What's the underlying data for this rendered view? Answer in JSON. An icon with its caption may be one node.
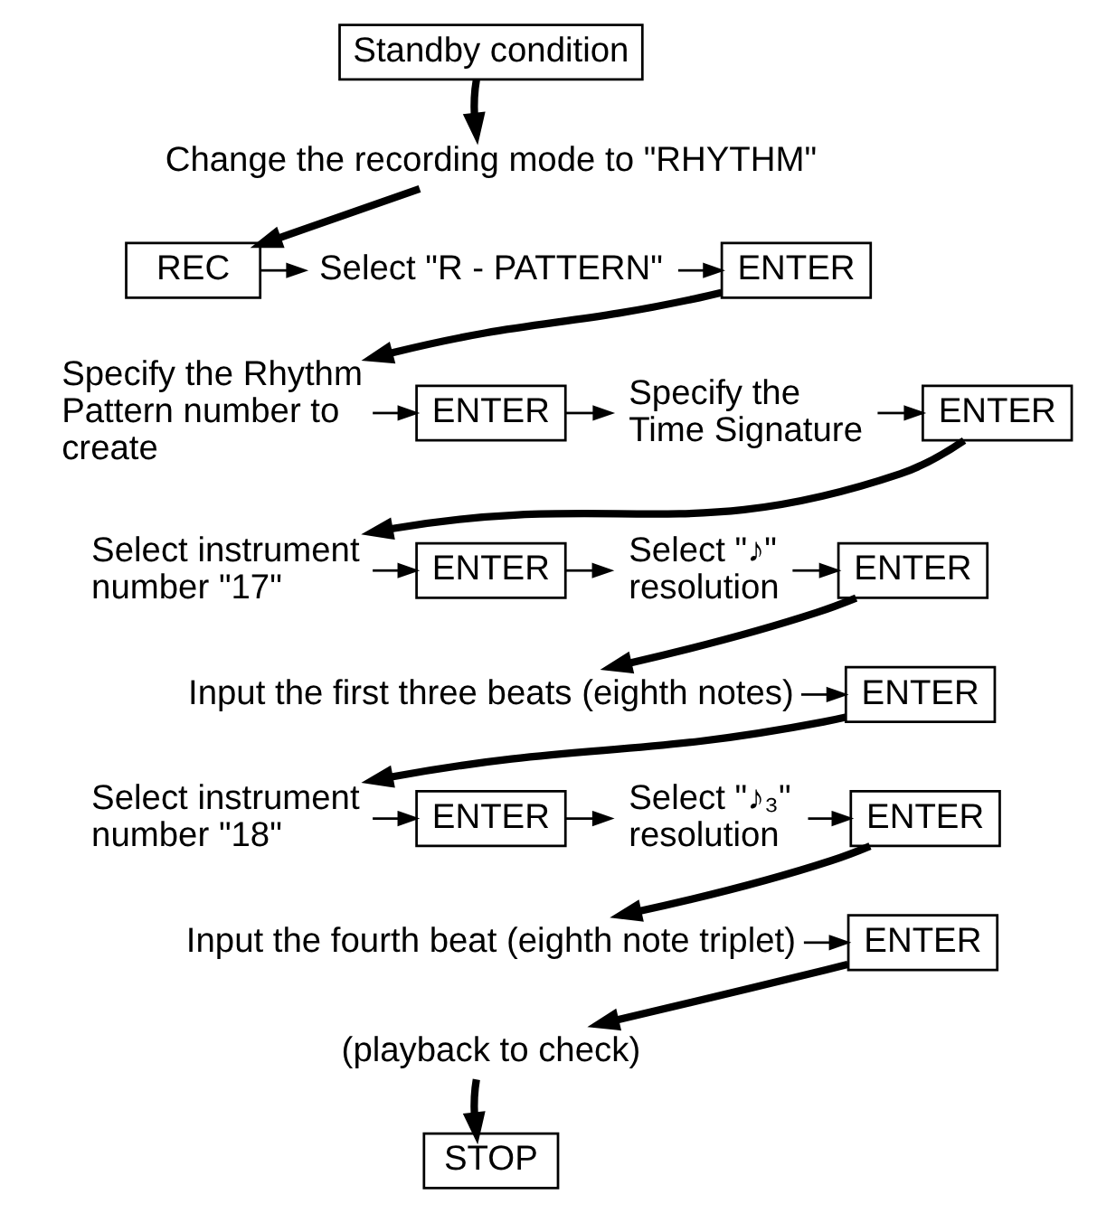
{
  "diagram": {
    "nodes": [
      {
        "text": [
          "Standby condition"
        ]
      },
      {
        "text": [
          "Change the recording mode to \"RHYTHM\""
        ]
      },
      {
        "text": [
          "REC"
        ]
      },
      {
        "text": [
          "Select \"R - PATTERN\""
        ]
      },
      {
        "text": [
          "ENTER"
        ]
      },
      {
        "text": [
          "Specify the Rhythm Pattern number to create"
        ]
      },
      {
        "text": [
          "ENTER"
        ]
      },
      {
        "text": [
          "Specify the Time Signature"
        ]
      },
      {
        "text": [
          "ENTER"
        ]
      },
      {
        "text": [
          "Select instrument number \"17\""
        ]
      },
      {
        "text": [
          "ENTER"
        ]
      },
      {
        "text": [
          "Select \"♪\" resolution"
        ]
      },
      {
        "text": [
          "ENTER"
        ]
      },
      {
        "text": [
          "Input the first three beats (eighth notes)"
        ]
      },
      {
        "text": [
          "ENTER"
        ]
      },
      {
        "text": [
          "Select instrument number \"18\""
        ]
      },
      {
        "text": [
          "ENTER"
        ]
      },
      {
        "text": [
          "Select \"♪₃\" resolution"
        ]
      },
      {
        "text": [
          "ENTER"
        ]
      },
      {
        "text": [
          "Input the fourth beat (eighth note triplet)"
        ]
      },
      {
        "text": [
          "ENTER"
        ]
      },
      {
        "text": [
          "(playback to check)"
        ]
      },
      {
        "text": [
          "STOP"
        ]
      }
    ],
    "edges": [
      {
        "from": 0,
        "to": 1,
        "arrow": "to",
        "style": "thick"
      },
      {
        "from": 1,
        "to": 2,
        "arrow": "to",
        "style": "thick"
      },
      {
        "from": 2,
        "to": 3,
        "arrow": "to"
      },
      {
        "from": 3,
        "to": 4,
        "arrow": "to"
      },
      {
        "from": 4,
        "to": 5,
        "arrow": "to",
        "style": "thick"
      },
      {
        "from": 5,
        "to": 6,
        "arrow": "to"
      },
      {
        "from": 6,
        "to": 7,
        "arrow": "to"
      },
      {
        "from": 7,
        "to": 8,
        "arrow": "to"
      },
      {
        "from": 8,
        "to": 9,
        "arrow": "to",
        "style": "thick"
      },
      {
        "from": 9,
        "to": 10,
        "arrow": "to"
      },
      {
        "from": 10,
        "to": 11,
        "arrow": "to"
      },
      {
        "from": 11,
        "to": 12,
        "arrow": "to"
      },
      {
        "from": 12,
        "to": 13,
        "arrow": "to",
        "style": "thick"
      },
      {
        "from": 13,
        "to": 14,
        "arrow": "to"
      },
      {
        "from": 14,
        "to": 15,
        "arrow": "to",
        "style": "thick"
      },
      {
        "from": 15,
        "to": 16,
        "arrow": "to"
      },
      {
        "from": 16,
        "to": 17,
        "arrow": "to"
      },
      {
        "from": 17,
        "to": 18,
        "arrow": "to"
      },
      {
        "from": 18,
        "to": 19,
        "arrow": "to",
        "style": "thick"
      },
      {
        "from": 19,
        "to": 20,
        "arrow": "to"
      },
      {
        "from": 20,
        "to": 21,
        "arrow": "to",
        "style": "thick"
      },
      {
        "from": 21,
        "to": 22,
        "arrow": "to",
        "style": "thick"
      }
    ]
  }
}
